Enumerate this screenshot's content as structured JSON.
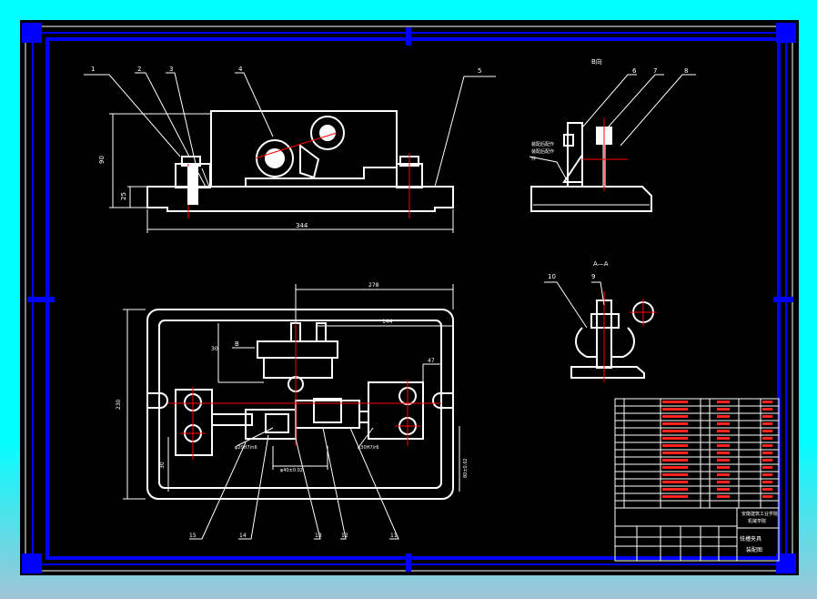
{
  "drawing": {
    "colors": {
      "background_top": "#00ffff",
      "background_bottom": "#9fc4d6",
      "sheet": "#000000",
      "frame": "#0000ff",
      "line": "#ffffff",
      "dim": "#ffffff",
      "center_mark": "#ff0000",
      "table_red": "#ff2020"
    },
    "callouts_top": [
      "1",
      "2",
      "3",
      "4",
      "5"
    ],
    "callouts_side": [
      "6",
      "7",
      "8"
    ],
    "side_view_label": "B向",
    "side_view_note": [
      "装配后配作",
      "装配后配作",
      "件"
    ],
    "section_label": "A—A",
    "section_callouts": [
      "10",
      "9"
    ],
    "callouts_bottom": [
      "15",
      "14",
      "13",
      "12",
      "11"
    ],
    "front_dims": {
      "height": "90",
      "small": "25",
      "width": "344"
    },
    "plan_dims": {
      "top_width": "278",
      "inner": "144",
      "left": "30",
      "right": "47",
      "height": "230",
      "small_left": "30",
      "fit_a": "φ20H7/n6",
      "fit_b": "φ30H7/r6",
      "center": "φ40±0.02",
      "side": "80±0.02"
    },
    "view_marker": "B",
    "title_block": {
      "school": "安徽建筑工业学院",
      "dept": "机械学院",
      "part_name": "铣槽夹具",
      "drawing_name": "装配图"
    }
  }
}
